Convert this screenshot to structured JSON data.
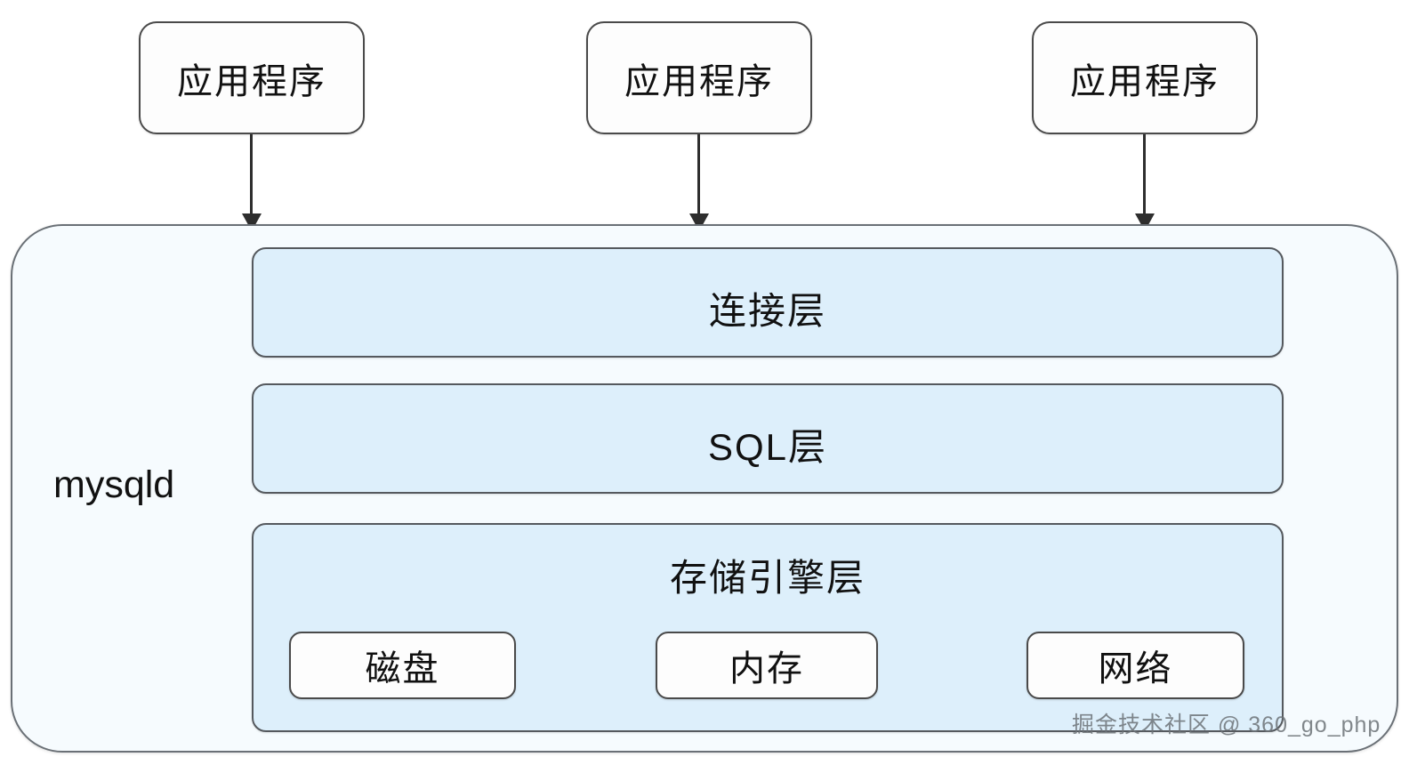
{
  "diagram": {
    "title": "MySQL mysqld architecture layers",
    "applications": [
      {
        "label": "应用程序"
      },
      {
        "label": "应用程序"
      },
      {
        "label": "应用程序"
      }
    ],
    "server": {
      "label": "mysqld",
      "layers": [
        {
          "name": "connection-layer",
          "label": "连接层",
          "components": []
        },
        {
          "name": "sql-layer",
          "label": "SQL层",
          "components": []
        },
        {
          "name": "storage-engine-layer",
          "label": "存储引擎层",
          "components": [
            {
              "label": "磁盘"
            },
            {
              "label": "内存"
            },
            {
              "label": "网络"
            }
          ]
        }
      ]
    },
    "arrows": [
      {
        "name": "arrow-app1-to-mysqld",
        "direction": "down"
      },
      {
        "name": "arrow-app2-to-mysqld",
        "direction": "down"
      },
      {
        "name": "arrow-app3-to-mysqld",
        "direction": "down"
      }
    ],
    "watermark": "掘金技术社区 @ 360_go_php",
    "colors": {
      "background": "#ffffff",
      "container_fill": "#f6fbfe",
      "container_border": "#6a7076",
      "layer_fill": "#ddeffb",
      "layer_border": "#55595e",
      "box_fill": "#fdfdfd",
      "box_border": "#4a4a4a",
      "text": "#111111",
      "arrow": "#2e2e2e",
      "watermark": "#6d7378"
    }
  }
}
